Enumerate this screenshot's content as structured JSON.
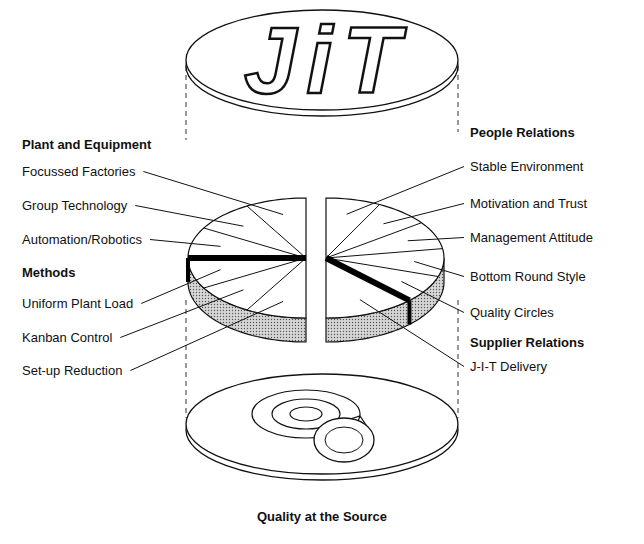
{
  "diagram": {
    "nodes": [
      {
        "text": [
          "JiT"
        ]
      },
      {
        "text": [
          "Quality at the Source"
        ]
      }
    ],
    "labels": [
      "Plant and Equipment",
      "Focussed Factories",
      "Group Technology",
      "Automation/Robotics",
      "Methods",
      "Uniform Plant Load",
      "Kanban Control",
      "Set-up Reduction",
      "People Relations",
      "Stable Environment",
      "Motivation and Trust",
      "Management Attitude",
      "Bottom Round Style",
      "Quality Circles",
      "Supplier Relations",
      "J-I-T Delivery"
    ]
  }
}
